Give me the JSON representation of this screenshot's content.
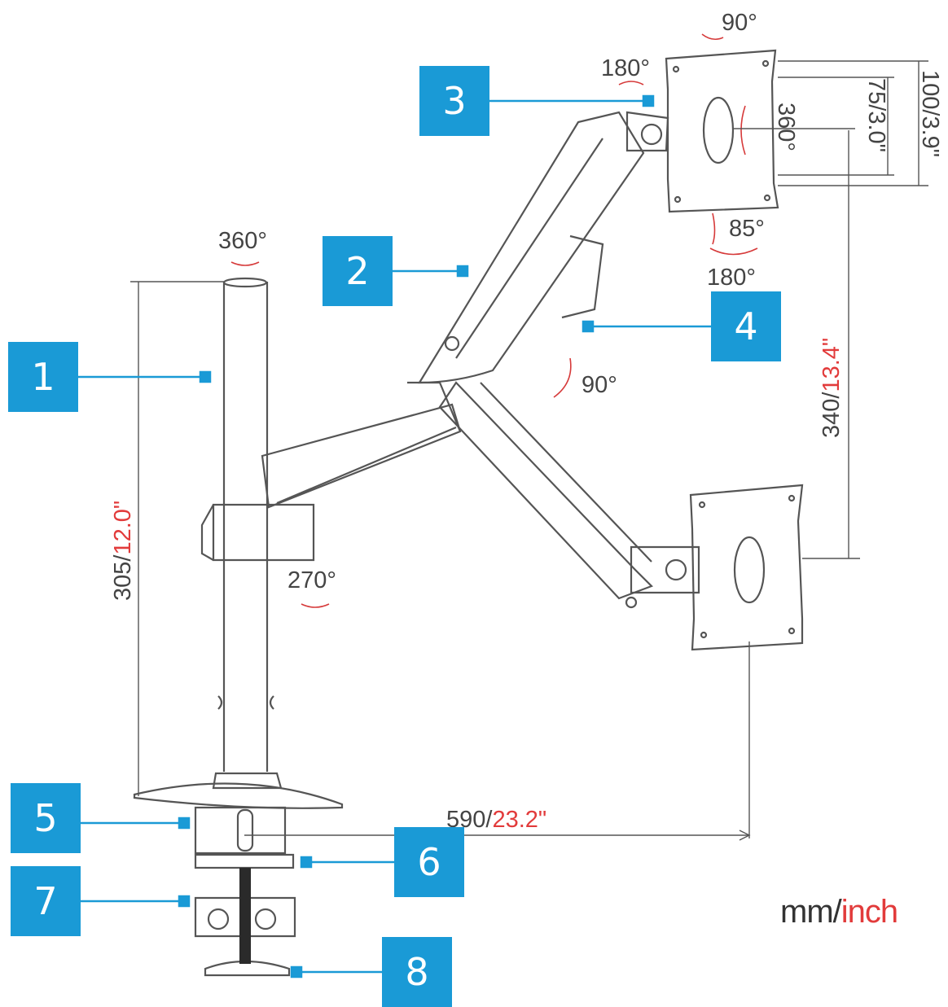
{
  "colors": {
    "callout": "#1a9ad6",
    "metric": "#444444",
    "imperial": "#e23b3b",
    "line": "#555555"
  },
  "angles": {
    "vesa_tilt_top": "90°",
    "arm_swivel": "180°",
    "vesa_rotate": "360°",
    "vesa_tilt_bottom": "85°",
    "vesa_swivel": "180°",
    "post_rotate": "360°",
    "arm_elbow": "90°",
    "clamp_rotate": "270°"
  },
  "dimensions": {
    "vesa_large": "100/3.9\"",
    "vesa_small": "75/3.0\"",
    "height_adjust": {
      "metric": "340/",
      "imperial": "13.4\""
    },
    "post_height": {
      "metric": "305/",
      "imperial": "12.0\""
    },
    "reach": {
      "metric": "590/",
      "imperial": "23.2\""
    }
  },
  "callouts": [
    "1",
    "2",
    "3",
    "4",
    "5",
    "6",
    "7",
    "8"
  ],
  "legend": {
    "metric": "mm/",
    "imperial": "inch"
  }
}
